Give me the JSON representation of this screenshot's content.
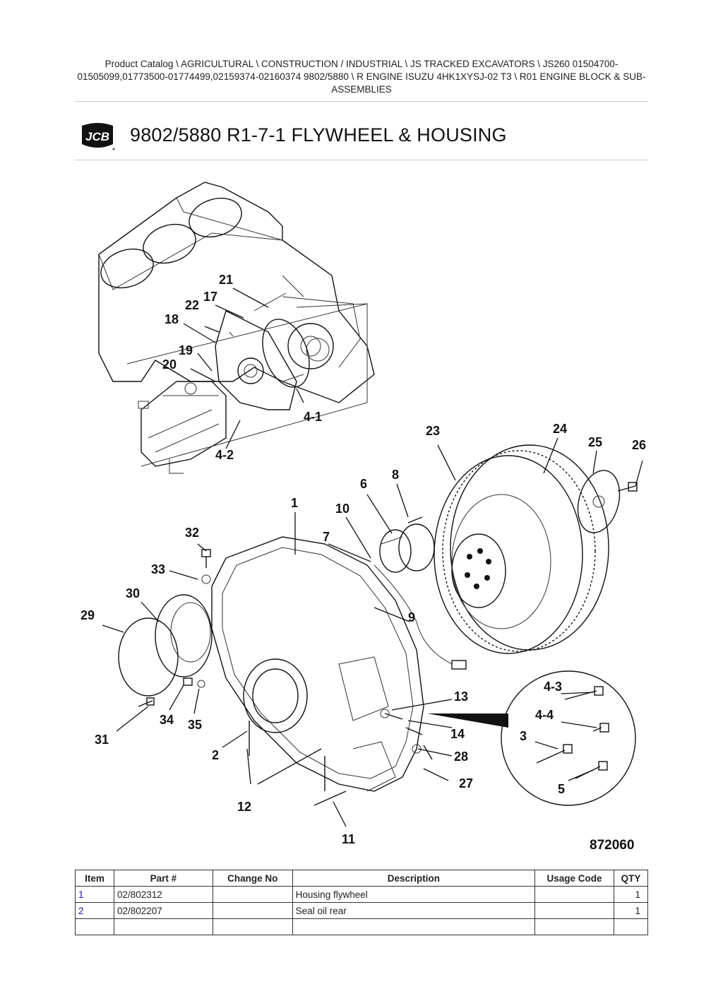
{
  "breadcrumb": {
    "text": "Product Catalog  \\  AGRICULTURAL  \\  CONSTRUCTION / INDUSTRIAL  \\  JS TRACKED EXCAVATORS  \\  JS260 01504700-01505099,01773500-01774499,02159374-02160374 9802/5880  \\  R ENGINE ISUZU 4HK1XYSJ-02 T3  \\  R01 ENGINE BLOCK & SUB-ASSEMBLIES"
  },
  "brand": {
    "logo_text": "JCB"
  },
  "page": {
    "title": "9802/5880 R1-7-1 FLYWHEEL & HOUSING"
  },
  "diagram": {
    "reference_number": "872060",
    "callouts": [
      "21",
      "17",
      "22",
      "18",
      "19",
      "20",
      "4-1",
      "4-2",
      "23",
      "24",
      "25",
      "26",
      "8",
      "6",
      "1",
      "10",
      "7",
      "32",
      "33",
      "30",
      "29",
      "9",
      "13",
      "14",
      "28",
      "27",
      "2",
      "12",
      "11",
      "34",
      "35",
      "31",
      "4-3",
      "4-4",
      "3",
      "5"
    ]
  },
  "table": {
    "headers": [
      "Item",
      "Part #",
      "Change No",
      "Description",
      "Usage Code",
      "QTY"
    ],
    "rows": [
      {
        "item": "1",
        "part": "02/802312",
        "change": "",
        "description": "Housing flywheel",
        "usage": "",
        "qty": "1"
      },
      {
        "item": "2",
        "part": "02/802207",
        "change": "",
        "description": "Seal oil rear",
        "usage": "",
        "qty": "1"
      },
      {
        "item": "",
        "part": "",
        "change": "",
        "description": "",
        "usage": "",
        "qty": ""
      }
    ]
  }
}
